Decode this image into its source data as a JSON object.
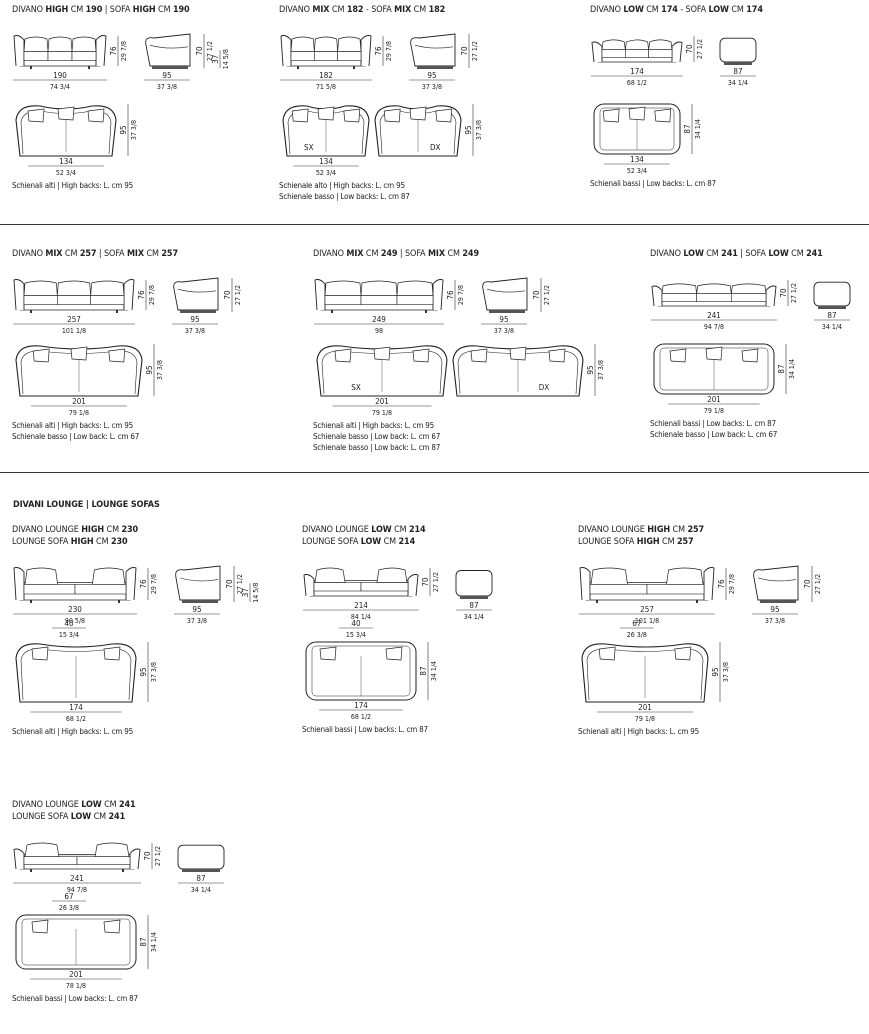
{
  "section_heading": {
    "prefix": "DIVANI LOUNGE",
    "sep": " | ",
    "suffix": "LOUNGE SOFAS"
  },
  "blocks": [
    {
      "id": "high190",
      "title_lines": [
        [
          {
            "t": "DIVANO "
          },
          {
            "t": "HIGH",
            "b": true
          },
          {
            "t": " CM "
          },
          {
            "t": "190",
            "b": true
          },
          {
            "t": " | SOFA "
          },
          {
            "t": "HIGH",
            "b": true
          },
          {
            "t": " CM "
          },
          {
            "t": "190",
            "b": true
          }
        ]
      ],
      "notes": [
        "Schienali alti | High backs: L. cm 95"
      ],
      "dims": {
        "front_w": "190",
        "front_w_in": "74 3/4",
        "front_h": "76",
        "front_h_in": "29 7/8",
        "side_d": "95",
        "side_d_in": "37 3/8",
        "side_h": "70",
        "side_h_in": "27 1/2",
        "side_h2": "37",
        "side_h2_in": "14 5/8",
        "plan_w": "134",
        "plan_w_in": "52 3/4",
        "plan_d": "95",
        "plan_d_in": "37 3/8"
      }
    },
    {
      "id": "mix182",
      "title_lines": [
        [
          {
            "t": "DIVANO "
          },
          {
            "t": "MIX",
            "b": true
          },
          {
            "t": " CM "
          },
          {
            "t": "182",
            "b": true
          },
          {
            "t": " - SOFA "
          },
          {
            "t": "MIX",
            "b": true
          },
          {
            "t": " CM "
          },
          {
            "t": "182",
            "b": true
          }
        ]
      ],
      "notes": [
        "Schienale alto | High backs: L. cm 95",
        "Schienale basso | Low backs: L. cm 87"
      ],
      "dims": {
        "front_w": "182",
        "front_w_in": "71 5/8",
        "front_h": "76",
        "front_h_in": "29 7/8",
        "side_d": "95",
        "side_d_in": "37 3/8",
        "side_h": "70",
        "side_h_in": "27 1/2",
        "plan_w": "134",
        "plan_w_in": "52 3/4",
        "plan_d": "95",
        "plan_d_in": "37 3/8",
        "left_label": "SX",
        "right_label": "DX"
      }
    },
    {
      "id": "low174",
      "title_lines": [
        [
          {
            "t": "DIVANO "
          },
          {
            "t": "LOW",
            "b": true
          },
          {
            "t": " CM "
          },
          {
            "t": "174",
            "b": true
          },
          {
            "t": " - SOFA "
          },
          {
            "t": "LOW",
            "b": true
          },
          {
            "t": " CM "
          },
          {
            "t": "174",
            "b": true
          }
        ]
      ],
      "notes": [
        "Schienali bassi | Low backs: L. cm 87"
      ],
      "dims": {
        "front_w": "174",
        "front_w_in": "68 1/2",
        "front_h": "70",
        "front_h_in": "27 1/2",
        "side_d": "87",
        "side_d_in": "34 1/4",
        "plan_w": "134",
        "plan_w_in": "52 3/4",
        "plan_d": "87",
        "plan_d_in": "34 1/4"
      }
    },
    {
      "id": "mix257",
      "title_lines": [
        [
          {
            "t": "DIVANO "
          },
          {
            "t": "MIX",
            "b": true
          },
          {
            "t": " CM "
          },
          {
            "t": "257",
            "b": true
          },
          {
            "t": " | SOFA "
          },
          {
            "t": "MIX",
            "b": true
          },
          {
            "t": " CM "
          },
          {
            "t": "257",
            "b": true
          }
        ]
      ],
      "notes": [
        "Schienali alti | High backs: L. cm 95",
        "Schienale basso | Low back: L. cm 67"
      ],
      "dims": {
        "front_w": "257",
        "front_w_in": "101 1/8",
        "front_h": "76",
        "front_h_in": "29 7/8",
        "side_d": "95",
        "side_d_in": "37 3/8",
        "side_h": "70",
        "side_h_in": "27 1/2",
        "plan_w": "201",
        "plan_w_in": "79 1/8",
        "plan_d": "95",
        "plan_d_in": "37 3/8"
      }
    },
    {
      "id": "mix249",
      "title_lines": [
        [
          {
            "t": "DIVANO "
          },
          {
            "t": "MIX",
            "b": true
          },
          {
            "t": " CM "
          },
          {
            "t": "249",
            "b": true
          },
          {
            "t": " | SOFA "
          },
          {
            "t": "MIX",
            "b": true
          },
          {
            "t": " CM "
          },
          {
            "t": "249",
            "b": true
          }
        ]
      ],
      "notes": [
        "Schienali alti | High backs: L. cm 95",
        "Schienale basso | Low back: L. cm 67",
        "Schienale basso | Low back: L. cm 87"
      ],
      "dims": {
        "front_w": "249",
        "front_w_in": "98",
        "front_h": "76",
        "front_h_in": "29 7/8",
        "side_d": "95",
        "side_d_in": "37 3/8",
        "side_h": "70",
        "side_h_in": "27 1/2",
        "plan_w": "201",
        "plan_w_in": "79 1/8",
        "plan_d": "95",
        "plan_d_in": "37 3/8",
        "left_label": "SX",
        "right_label": "DX"
      }
    },
    {
      "id": "low241",
      "title_lines": [
        [
          {
            "t": "DIVANO "
          },
          {
            "t": "LOW",
            "b": true
          },
          {
            "t": " CM "
          },
          {
            "t": "241",
            "b": true
          },
          {
            "t": " | SOFA "
          },
          {
            "t": "LOW",
            "b": true
          },
          {
            "t": " CM "
          },
          {
            "t": "241",
            "b": true
          }
        ]
      ],
      "notes": [
        "Schienali bassi | Low backs: L. cm 87",
        "Schienale basso | Low back: L. cm 67"
      ],
      "dims": {
        "front_w": "241",
        "front_w_in": "94 7/8",
        "front_h": "70",
        "front_h_in": "27 1/2",
        "side_d": "87",
        "side_d_in": "34 1/4",
        "plan_w": "201",
        "plan_w_in": "79 1/8",
        "plan_d": "87",
        "plan_d_in": "34 1/4"
      }
    },
    {
      "id": "lhigh230",
      "title_lines": [
        [
          {
            "t": "DIVANO LOUNGE "
          },
          {
            "t": "HIGH",
            "b": true
          },
          {
            "t": " CM "
          },
          {
            "t": "230",
            "b": true
          }
        ],
        [
          {
            "t": "LOUNGE SOFA "
          },
          {
            "t": "HIGH",
            "b": true
          },
          {
            "t": " CM "
          },
          {
            "t": "230",
            "b": true
          }
        ]
      ],
      "notes": [
        "Schienali alti | High backs: L. cm 95"
      ],
      "dims": {
        "front_w": "230",
        "front_w_in": "90 5/8",
        "front_h": "76",
        "front_h_in": "29 7/8",
        "side_d": "95",
        "side_d_in": "37 3/8",
        "side_h": "70",
        "side_h_in": "27 1/2",
        "side_h2": "37",
        "side_h2_in": "14 5/8",
        "seat_w": "40",
        "seat_w_in": "15 3/4",
        "plan_w": "174",
        "plan_w_in": "68 1/2",
        "plan_d": "95",
        "plan_d_in": "37 3/8"
      }
    },
    {
      "id": "llow214",
      "title_lines": [
        [
          {
            "t": "DIVANO LOUNGE "
          },
          {
            "t": "LOW",
            "b": true
          },
          {
            "t": " CM "
          },
          {
            "t": "214",
            "b": true
          }
        ],
        [
          {
            "t": "LOUNGE SOFA "
          },
          {
            "t": "LOW",
            "b": true
          },
          {
            "t": " CM "
          },
          {
            "t": "214",
            "b": true
          }
        ]
      ],
      "notes": [
        "Schienali bassi | Low backs: L. cm 87"
      ],
      "dims": {
        "front_w": "214",
        "front_w_in": "84 1/4",
        "front_h": "70",
        "front_h_in": "27 1/2",
        "side_d": "87",
        "side_d_in": "34 1/4",
        "seat_w": "40",
        "seat_w_in": "15 3/4",
        "plan_w": "174",
        "plan_w_in": "68 1/2",
        "plan_d": "87",
        "plan_d_in": "34 1/4"
      }
    },
    {
      "id": "lhigh257",
      "title_lines": [
        [
          {
            "t": "DIVANO LOUNGE "
          },
          {
            "t": "HIGH",
            "b": true
          },
          {
            "t": " CM "
          },
          {
            "t": "257",
            "b": true
          }
        ],
        [
          {
            "t": "LOUNGE SOFA "
          },
          {
            "t": "HIGH",
            "b": true
          },
          {
            "t": " CM "
          },
          {
            "t": "257",
            "b": true
          }
        ]
      ],
      "notes": [
        "Schienali alti | High backs: L. cm 95"
      ],
      "dims": {
        "front_w": "257",
        "front_w_in": "101 1/8",
        "front_h": "76",
        "front_h_in": "29 7/8",
        "side_d": "95",
        "side_d_in": "37 3/8",
        "side_h": "70",
        "side_h_in": "27 1/2",
        "seat_w": "67",
        "seat_w_in": "26 3/8",
        "plan_w": "201",
        "plan_w_in": "79 1/8",
        "plan_d": "95",
        "plan_d_in": "37 3/8"
      }
    },
    {
      "id": "llow241",
      "title_lines": [
        [
          {
            "t": "DIVANO LOUNGE "
          },
          {
            "t": "LOW",
            "b": true
          },
          {
            "t": " CM "
          },
          {
            "t": "241",
            "b": true
          }
        ],
        [
          {
            "t": "LOUNGE SOFA "
          },
          {
            "t": "LOW",
            "b": true
          },
          {
            "t": " CM "
          },
          {
            "t": "241",
            "b": true
          }
        ]
      ],
      "notes": [
        "Schienali bassi | Low backs: L. cm 87"
      ],
      "dims": {
        "front_w": "241",
        "front_w_in": "94 7/8",
        "front_h": "70",
        "front_h_in": "27 1/2",
        "side_d": "87",
        "side_d_in": "34 1/4",
        "seat_w": "67",
        "seat_w_in": "26 3/8",
        "plan_w": "201",
        "plan_w_in": "78 1/8",
        "plan_d": "87",
        "plan_d_in": "34 1/4"
      }
    }
  ]
}
